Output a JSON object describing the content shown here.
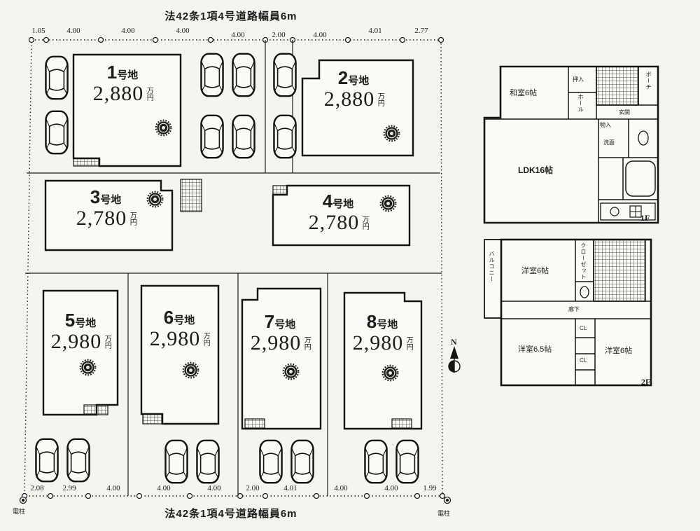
{
  "colors": {
    "paper": "#f5f4ef",
    "ink": "#1c1c1c"
  },
  "site_plan": {
    "road_label_top": "法42条1項4号道路幅員6m",
    "road_label_bottom": "法42条1項4号道路幅員6m",
    "utility_pole_left": "電柱",
    "utility_pole_right": "電柱",
    "top_measurements": [
      "1.05",
      "4.00",
      "4.00",
      "4.00",
      "4.00",
      "2.00",
      "4.00",
      "4.01",
      "2.77"
    ],
    "bottom_measurements": [
      "2.08",
      "2.99",
      "4.00",
      "4.00",
      "4.00",
      "2.00",
      "4.01",
      "4.00",
      "4.00",
      "1.99"
    ],
    "lots": [
      {
        "number": "1",
        "suffix": "号地",
        "price": "2,880",
        "unit": "万円"
      },
      {
        "number": "2",
        "suffix": "号地",
        "price": "2,880",
        "unit": "万円"
      },
      {
        "number": "3",
        "suffix": "号地",
        "price": "2,780",
        "unit": "万円"
      },
      {
        "number": "4",
        "suffix": "号地",
        "price": "2,780",
        "unit": "万円"
      },
      {
        "number": "5",
        "suffix": "号地",
        "price": "2,980",
        "unit": "万円"
      },
      {
        "number": "6",
        "suffix": "号地",
        "price": "2,980",
        "unit": "万円"
      },
      {
        "number": "7",
        "suffix": "号地",
        "price": "2,980",
        "unit": "万円"
      },
      {
        "number": "8",
        "suffix": "号地",
        "price": "2,980",
        "unit": "万円"
      }
    ]
  },
  "floor_plans": {
    "north_label": "N",
    "f1": {
      "label": "1F",
      "rooms": {
        "washitsu": "和室6帖",
        "oshiire": "押入",
        "hall": "ホール",
        "genkan": "玄関",
        "porch": "ポーチ",
        "monoire": "物入",
        "ldk": "LDK16帖",
        "senmen": "洗面"
      }
    },
    "f2": {
      "label": "2F",
      "rooms": {
        "balcony": "バルコニー",
        "bedroom_top": "洋室6帖",
        "closet": "クローゼット",
        "hallway": "廊下",
        "bedroom_left": "洋室6.5帖",
        "cl_a": "CL",
        "cl_b": "CL",
        "bedroom_right": "洋室6帖"
      }
    }
  }
}
